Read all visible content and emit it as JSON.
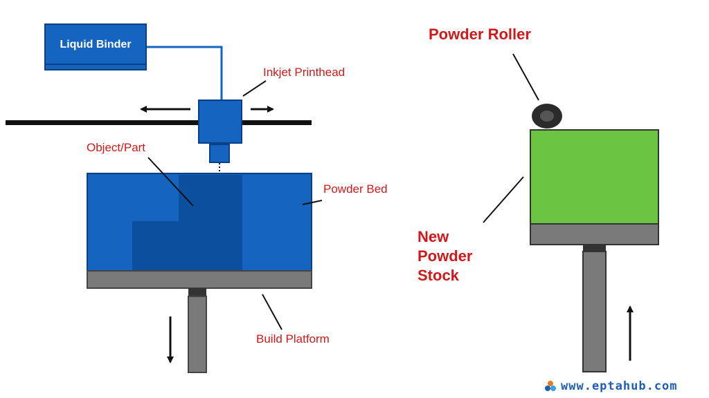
{
  "labels": {
    "liquid_binder": "Liquid Binder",
    "inkjet_printhead": "Inkjet Printhead",
    "object_part": "Object/Part",
    "powder_bed": "Powder Bed",
    "build_platform": "Build Platform",
    "powder_roller": "Powder Roller",
    "new_powder_stock": [
      "New",
      "Powder",
      "Stock"
    ]
  },
  "watermark": "www.eptahub.com",
  "colors": {
    "blue_fill": "#1565c0",
    "blue_dark": "#0d4f9f",
    "green_fill": "#6cc443",
    "gray_platform": "#7a7a7a",
    "label_red": "#d0191b"
  },
  "icons": [
    "arrow-left-icon",
    "arrow-right-icon",
    "arrow-down-icon",
    "arrow-up-icon",
    "eptahub-logo-icon"
  ]
}
